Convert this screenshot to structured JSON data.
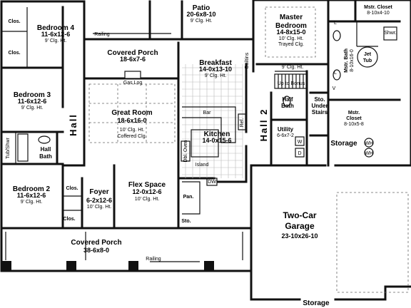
{
  "rooms": {
    "patio": {
      "name": "Patio",
      "dims": "20-6x8-10",
      "ceiling": "9' Clg. Ht."
    },
    "bedroom4": {
      "name": "Bedroom 4",
      "dims": "11-6x12-6",
      "ceiling": "9' Clg. Ht."
    },
    "covered_porch_rear": {
      "name": "Covered Porch",
      "dims": "18-6x7-6"
    },
    "breakfast": {
      "name": "Breakfast",
      "dims": "14-0x13-10",
      "ceiling": "9' Clg. Ht."
    },
    "master_bedroom": {
      "name": "Master",
      "name2": "Bedroom",
      "dims": "14-8x15-0",
      "ceiling": "10' Clg. Ht.",
      "ceiling2": "Trayed Clg."
    },
    "master_closet_top": {
      "name": "Mstr. Closet",
      "dims": "8-10x4-10"
    },
    "master_bath": {
      "name": "Mstr. Bath",
      "dims": "8-10x16-0"
    },
    "master_closet_bottom": {
      "name": "Mstr.",
      "name2": "Closet",
      "dims": "8-10x5-8"
    },
    "bedroom3": {
      "name": "Bedroom 3",
      "dims": "11-6x12-6",
      "ceiling": "9' Clg. Ht."
    },
    "great_room": {
      "name": "Great Room",
      "dims": "18-6x16-0",
      "ceiling": "10' Clg. Ht.",
      "ceiling2": "Coffered Clg."
    },
    "kitchen": {
      "name": "Kitchen",
      "dims": "14-0x15-6"
    },
    "half_bath": {
      "name": "Half",
      "name2": "Bath"
    },
    "utility": {
      "name": "Utility",
      "dims": "6-6x7-2"
    },
    "hall_bath": {
      "name": "Hall",
      "name2": "Bath"
    },
    "bedroom2": {
      "name": "Bedroom 2",
      "dims": "11-6x12-6",
      "ceiling": "9' Clg. Ht."
    },
    "foyer": {
      "name": "Foyer",
      "dims": "6-2x12-6",
      "ceiling": "10' Clg. Ht."
    },
    "flex_space": {
      "name": "Flex Space",
      "dims": "12-0x12-6",
      "ceiling": "10' Clg. Ht."
    },
    "garage": {
      "name": "Two-Car",
      "name2": "Garage",
      "dims": "23-10x26-10"
    },
    "covered_porch_front": {
      "name": "Covered Porch",
      "dims": "38-6x8-0"
    }
  },
  "labels": {
    "clos": "Clos.",
    "railing": "Railing",
    "gas_log": "Gas Log",
    "bar": "Bar",
    "island": "Island",
    "builtins": "Builtins",
    "up_to_bonus": "Up to Bonus",
    "ref": "Ref.",
    "dw": "DW",
    "pan": "Pan.",
    "sto": "Sto.",
    "sto_under_stairs": [
      "Sto.",
      "Under",
      "Stairs"
    ],
    "storage": "Storage",
    "tub_shwr": "Tub/Shwr",
    "dbl_oven": "Dbl. Oven",
    "shwr": "Shwr.",
    "jet_tub": [
      "Jet",
      "Tub"
    ],
    "wh": "WH",
    "w": "W",
    "d": "D",
    "l": "L",
    "v": "V",
    "clg_top_partial": "9' Clg. Ht.",
    "clg_hall_top": "9' Clg. Ht.",
    "hall_left": "Hall",
    "hall_right": "Hall 2"
  }
}
